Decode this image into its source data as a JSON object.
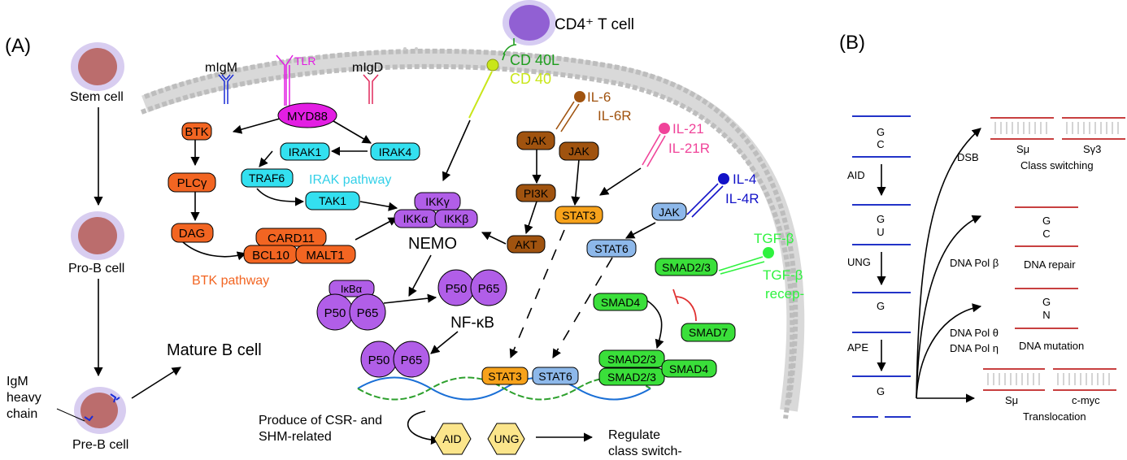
{
  "panel_a": {
    "label": "(A)",
    "cells": {
      "stem": "Stem cell",
      "prob": "Pro-B cell",
      "preb": "Pre-B cell",
      "mature": "Mature B cell",
      "igm_line1": "IgM",
      "igm_line2": "heavy",
      "igm_line3": "chain",
      "cd4": "CD4⁺ T cell"
    },
    "receptors": {
      "migm": "mIgM",
      "tlr": "TLR",
      "migd": "mIgD",
      "cd40l": "CD 40L",
      "cd40": "CD 40",
      "il6": "IL-6",
      "il6r": "IL-6R",
      "il21": "IL-21",
      "il21r": "IL-21R",
      "il4": "IL-4",
      "il4r": "IL-4R",
      "tgfb": "TGF-β",
      "tgfbr1": "TGF-β",
      "tgfbr2": "recep-"
    },
    "nodes": {
      "myd88": "MYD88",
      "btk": "BTK",
      "plcg": "PLCγ",
      "dag": "DAG",
      "card11": "CARD11",
      "bcl10": "BCL10",
      "malt1": "MALT1",
      "irak1": "IRAK1",
      "irak4": "IRAK4",
      "traf6": "TRAF6",
      "tak1": "TAK1",
      "ikkg": "IKKγ",
      "ikka": "IKKα",
      "ikkb": "IKKβ",
      "nemo": "NEMO",
      "jak1": "JAK",
      "jak2": "JAK",
      "jak3": "JAK",
      "pi3k": "PI3K",
      "akt": "AKT",
      "stat3a": "STAT3",
      "stat6a": "STAT6",
      "stat3b": "STAT3",
      "stat6b": "STAT6",
      "smad23a": "SMAD2/3",
      "smad4a": "SMAD4",
      "smad7": "SMAD7",
      "smad23b": "SMAD2/3",
      "smad23c": "SMAD2/3",
      "smad4b": "SMAD4",
      "ikba": "IκBα",
      "p50": "P50",
      "p65": "P65",
      "nfkb": "NF-κB",
      "aid": "AID",
      "ung": "UNG"
    },
    "pathways": {
      "irak": "IRAK pathway",
      "btk": "BTK pathway"
    },
    "outputs": {
      "produce1": "Produce of CSR- and",
      "produce2": "SHM-related",
      "regulate1": "Regulate",
      "regulate2": "class switch-"
    },
    "colors": {
      "btk": "#f26522",
      "irak": "#33e0f0",
      "myd88": "#e31ee3",
      "nfkb": "#b15ee8",
      "jak": "#a0530f",
      "stat3": "#f7a21b",
      "stat6": "#8db8ea",
      "smad": "#3adf3a",
      "cd40": "#c9e61a",
      "il21": "#f0449a",
      "il4": "#1212c8",
      "tgf": "#2ff23f",
      "membrane": "#c8c8c8"
    }
  },
  "panel_b": {
    "label": "(B)",
    "steps": {
      "g1": "G",
      "c1": "C",
      "aid": "AID",
      "g2": "G",
      "u2": "U",
      "ung": "UNG",
      "g3": "G",
      "ape": "APE",
      "g4": "G"
    },
    "outcomes": {
      "dsb": "DSB",
      "smu1": "Sμ",
      "sg3": "Sγ3",
      "class_switching": "Class switching",
      "dna_pol_b": "DNA Pol β",
      "rep_g": "G",
      "rep_c": "C",
      "dna_repair": "DNA repair",
      "dna_pol_t": "DNA Pol θ",
      "dna_pol_e": "DNA Pol η",
      "mut_g": "G",
      "mut_n": "N",
      "dna_mutation": "DNA mutation",
      "smu2": "Sμ",
      "cmyc": "c-myc",
      "translocation": "Translocation"
    }
  }
}
